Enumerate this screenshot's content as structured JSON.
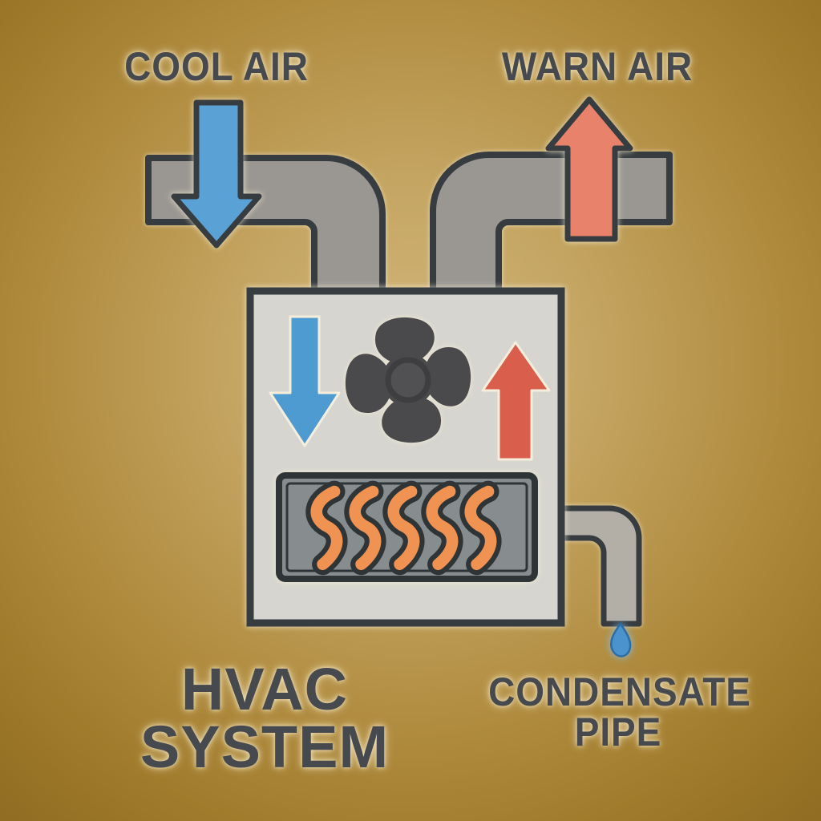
{
  "labels": {
    "cool_air": "COOL AIR",
    "warm_air": "WARN AIR",
    "system_line1": "HVAC",
    "system_line2": "SYSTEM",
    "condensate_line1": "CONDENSATE",
    "condensate_line2": "PIPE"
  },
  "colors": {
    "background_center": "#d2b57c",
    "background_edge": "#8f6c22",
    "outline_dark": "#373c40",
    "duct_fill": "#9a9792",
    "unit_fill": "#d6d5cf",
    "panel_fill": "#878c8e",
    "panel_outline": "#2f3437",
    "flame_orange": "#f09251",
    "cool_blue_arrow": "#5aa2d6",
    "unit_blue_arrow": "#4d9bd1",
    "warm_salmon_arrow": "#e8826a",
    "unit_red_arrow": "#d95f4c",
    "fan_dark": "#4a4a4c",
    "fan_hub": "#515153",
    "fan_ring": "#3e3e40",
    "pipe_fill": "#b3afa7",
    "droplet_blue": "#4a93cc",
    "droplet_edge": "#2c6ea3",
    "light_edge": "#f5eedd",
    "text_dark": "#46494d"
  }
}
